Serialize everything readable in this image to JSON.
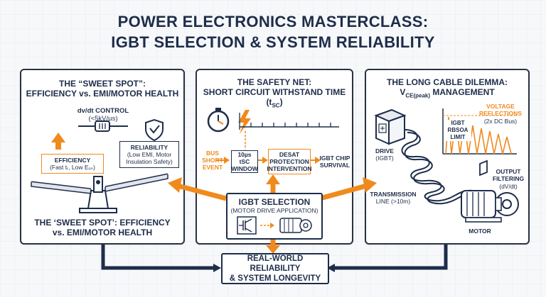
{
  "header": {
    "line1": "POWER ELECTRONICS MASTERCLASS:",
    "line2": "IGBT SELECTION & SYSTEM RELIABILITY"
  },
  "colors": {
    "navy": "#1e2d4a",
    "orange": "#f08a1c"
  },
  "left_panel": {
    "title1": "THE “SWEET SPOT”:",
    "title2": "EFFICIENCY vs. EMI/MOTOR HEALTH",
    "dvdt_title": "dv/dt CONTROL",
    "dvdt_value": "(<5kV/µs)",
    "efficiency_label": "EFFICIENCY",
    "efficiency_detail": "(Fast tᵣ, Low Eₒₙ)",
    "reliability_label": "RELIABILITY",
    "reliability_detail1": "(Low EMI, Motor",
    "reliability_detail2": "Insulation Safety)",
    "footer1": "THE ‘SWEET SPOT’: EFFICIENCY",
    "footer2": "vs. EMI/MOTOR HEALTH",
    "icons": [
      "arrow-up-icon",
      "slider-icon",
      "shield-icon",
      "balance-scale-icon"
    ]
  },
  "middle_panel": {
    "title1": "THE SAFETY NET:",
    "title2": "SHORT CIRCUIT WITHSTAND TIME (t",
    "title2_sub": "SC",
    "title2_end": ")",
    "event_label": [
      "BUS",
      "SHORT",
      "EVENT"
    ],
    "window_label": [
      "10µs",
      "tSC",
      "WINDOW"
    ],
    "desat_label": [
      "DESAT",
      "PROTECTION",
      "INTERVENTION"
    ],
    "survival_label": [
      "IGBT CHIP",
      "SURVIVAL"
    ],
    "icons": [
      "stopwatch-icon",
      "lightning-icon"
    ]
  },
  "center_node": {
    "title": "IGBT SELECTION",
    "subtitle": "(MOTOR DRIVE APPLICATION)",
    "icons": [
      "igbt-symbol-icon",
      "motor-icon"
    ]
  },
  "right_panel": {
    "title1": "THE LONG CABLE DILEMMA:",
    "title2_main": "V",
    "title2_sub": "CE(peak)",
    "title2_end": " MANAGEMENT",
    "igbt_label": [
      "IGBT",
      "RBSOA",
      "LIMIT"
    ],
    "voltage_label": [
      "VOLTAGE",
      "REFLECTIONS"
    ],
    "voltage_detail": "(2x DC Bus)",
    "drive_label": "DRIVE",
    "drive_detail": "(IGBT)",
    "output_label": [
      "OUTPUT",
      "FILTERING"
    ],
    "output_detail": "(dV/dt)",
    "transmission_label": "TRANSMISSION",
    "transmission_detail": "LINE (>10m)",
    "motor_label": "MOTOR",
    "icons": [
      "drive-box-icon",
      "cable-icon",
      "motor-icon"
    ]
  },
  "result": {
    "line1": "REAL-WORLD RELIABILITY",
    "line2": "& SYSTEM LONGEVITY"
  }
}
